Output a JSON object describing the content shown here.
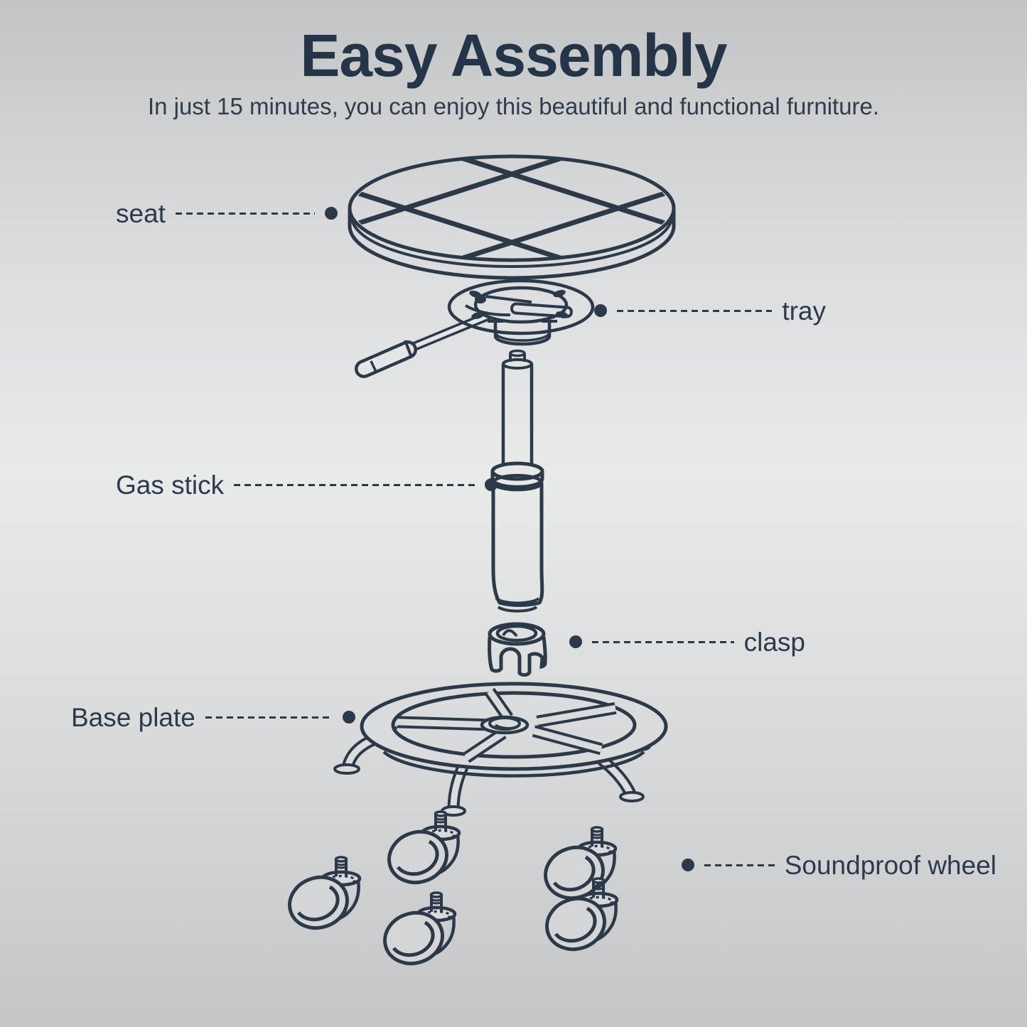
{
  "header": {
    "title": "Easy Assembly",
    "subtitle": "In just 15 minutes, you can enjoy this beautiful and functional furniture."
  },
  "diagram": {
    "labels": {
      "seat": "seat",
      "tray": "tray",
      "gas_stick": "Gas stick",
      "clasp": "clasp",
      "base_plate": "Base plate",
      "soundproof_wheel": "Soundproof wheel"
    },
    "wheel_count": 5
  },
  "colors": {
    "ink": "#2b3948",
    "background_top": "#c3c4c6",
    "background_middle": "#e9eaea",
    "background_bottom": "#c5c6c8"
  }
}
